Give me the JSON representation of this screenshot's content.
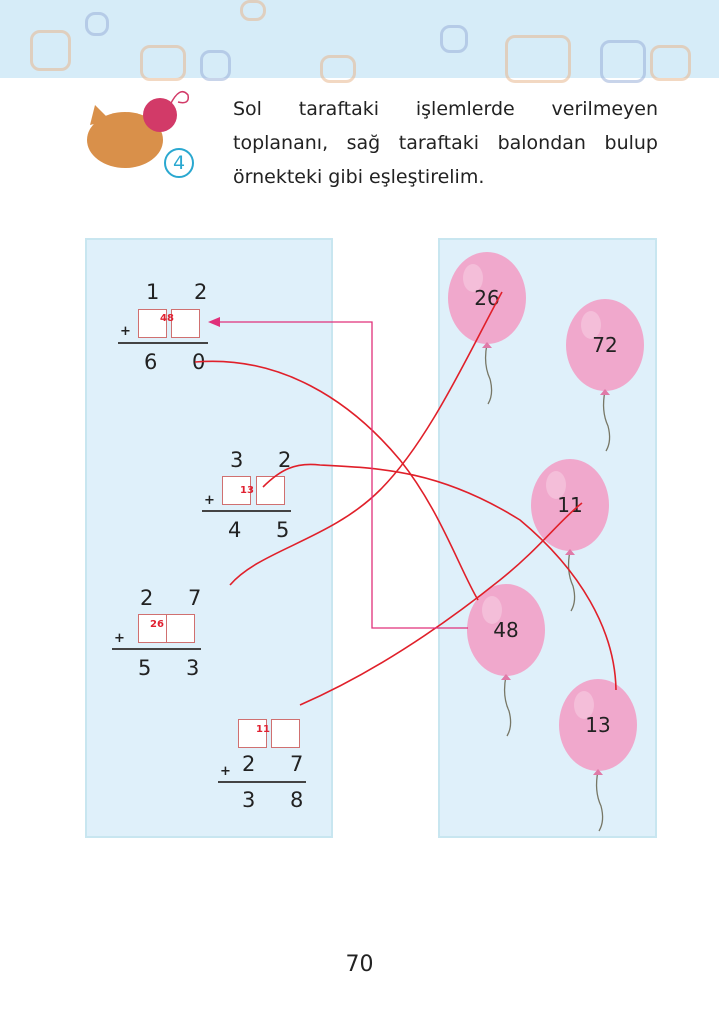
{
  "instruction": "Sol taraftaki işlemlerde verilmeyen toplananı, sağ taraftaki balondan bulup örnekteki gibi eşleştirelim.",
  "exercise_number": "4",
  "problems": [
    {
      "addend": "1 2",
      "sum": "6 0",
      "answer": "48"
    },
    {
      "addend": "3 2",
      "sum": "4 5",
      "answer": "13"
    },
    {
      "addend": "2 7",
      "sum": "5 3",
      "answer": "26"
    },
    {
      "addend": "2 7",
      "sum": "3 8",
      "answer": "11"
    }
  ],
  "plus_sign": "+",
  "balloons": [
    "26",
    "72",
    "11",
    "48",
    "13"
  ],
  "page_number": "70",
  "colors": {
    "balloon": "#f0a8cc",
    "line": "#e0202a",
    "arrow": "#e0307a",
    "panel": "#dff0fa"
  }
}
